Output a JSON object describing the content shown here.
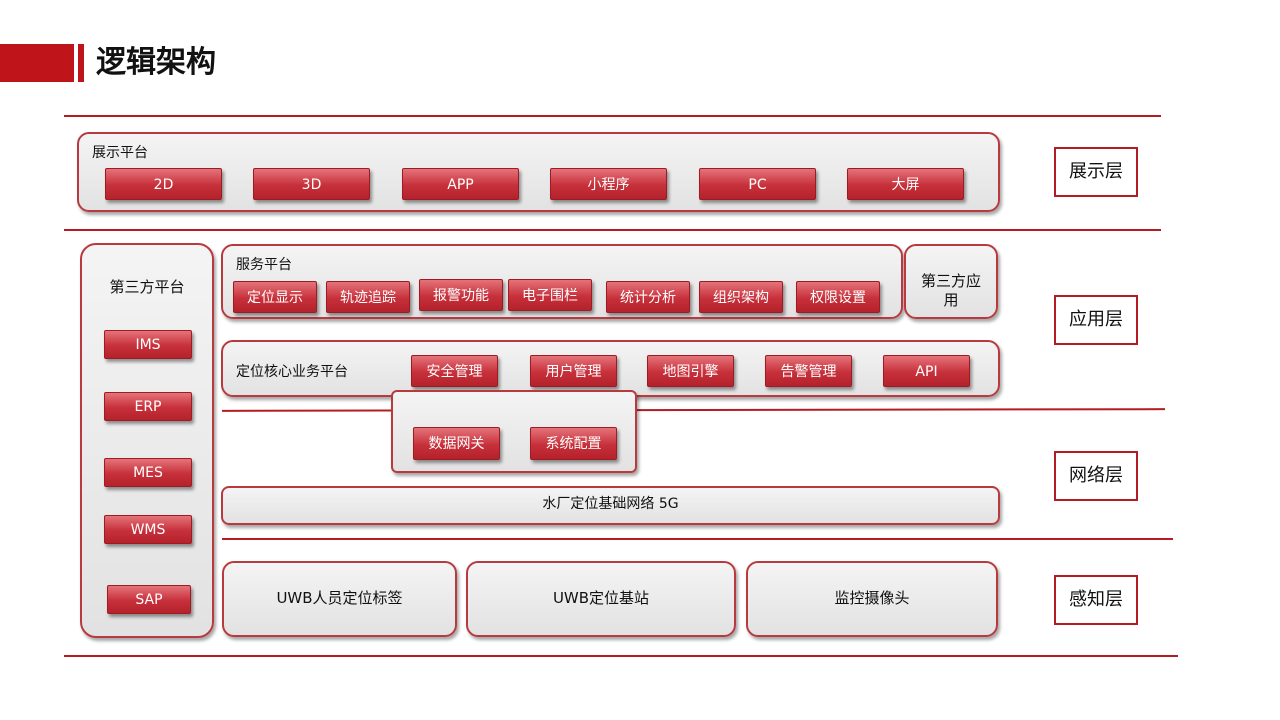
{
  "title": "逻辑架构",
  "colors": {
    "accent": "#c0141b",
    "chip": "#c6303a",
    "panel": "#e8e8e8"
  },
  "layers": [
    "展示层",
    "应用层",
    "网络层",
    "感知层"
  ],
  "display_platform": {
    "label": "展示平台",
    "items": [
      "2D",
      "3D",
      "APP",
      "小程序",
      "PC",
      "大屏"
    ]
  },
  "third_party_platform": {
    "label": "第三方平台",
    "items": [
      "IMS",
      "ERP",
      "MES",
      "WMS",
      "SAP"
    ]
  },
  "service_platform": {
    "label": "服务平台",
    "items": [
      "定位显示",
      "轨迹追踪",
      "报警功能",
      "电子围栏",
      "统计分析",
      "组织架构",
      "权限设置"
    ]
  },
  "third_party_app": {
    "label": "第三方应用"
  },
  "core_platform": {
    "label": "定位核心业务平台",
    "items": [
      "安全管理",
      "用户管理",
      "地图引擎",
      "告警管理",
      "API"
    ]
  },
  "data_box": {
    "items": [
      "数据网关",
      "系统配置"
    ]
  },
  "network": {
    "label": "水厂定位基础网络 5G"
  },
  "perception": {
    "items": [
      "UWB人员定位标签",
      "UWB定位基站",
      "监控摄像头"
    ]
  }
}
